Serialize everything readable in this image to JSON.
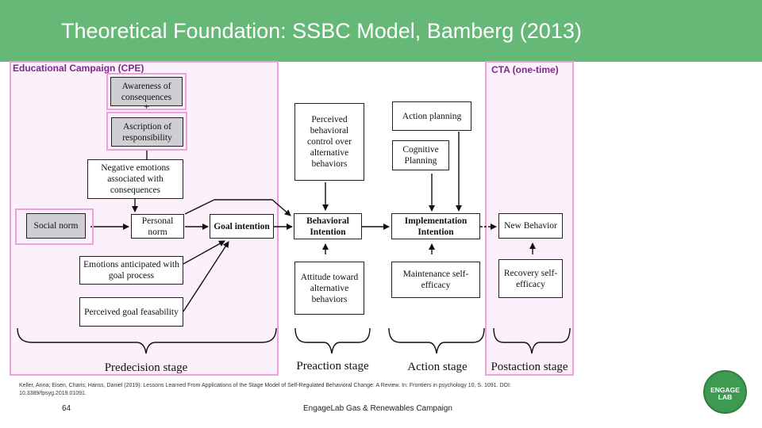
{
  "slide": {
    "title": "Theoretical Foundation: SSBC Model, Bamberg (2013)",
    "page_number": "64",
    "footer": "EngageLab Gas & Renewables Campaign",
    "citation": "Keller, Anna; Eisen, Charis; Hanss, Daniel (2019): Lessons Learned From Applications of the Stage Model of Self-Regulated Behavioral Change: A Review. In: Frontiers in psychology 10, S. 1091. DOI: 10.3389/fpsyg.2019.01091.",
    "logo_text_line1": "ENGAGE",
    "logo_text_line2": "LAB",
    "colors": {
      "header": "#66b877",
      "highlight": "#eea0dc",
      "overlay_label": "#7a2a8a",
      "logo": "#3d9a50"
    }
  },
  "overlays": {
    "cpe_label": "Educational Campaign (CPE)",
    "cta_label": "CTA (one-time)"
  },
  "diagram": {
    "nodes": {
      "awareness": "Awareness of consequences",
      "plus": "+",
      "ascription": "Ascription of responsibility",
      "neg_emotions": "Negative emotions associated with consequences",
      "social_norm": "Social norm",
      "personal_norm": "Personal norm",
      "goal_intention": "Goal intention",
      "emotions_anticipated": "Emotions anticipated with goal process",
      "perceived_goal": "Perceived goal feasability",
      "pbc": "Perceived behavioral control over alternative behaviors",
      "behavioral_intention": "Behavioral Intention",
      "attitude": "Attitude toward alternative behaviors",
      "action_planning": "Action planning",
      "cognitive_planning": "Cognitive Planning",
      "implementation_intention": "Implementation Intention",
      "maintenance": "Maintenance self-efficacy",
      "new_behavior": "New Behavior",
      "recovery": "Recovery self-efficacy"
    },
    "stages": {
      "predecision": "Predecision stage",
      "preaction": "Preaction stage",
      "action": "Action stage",
      "postaction": "Postaction stage"
    }
  }
}
